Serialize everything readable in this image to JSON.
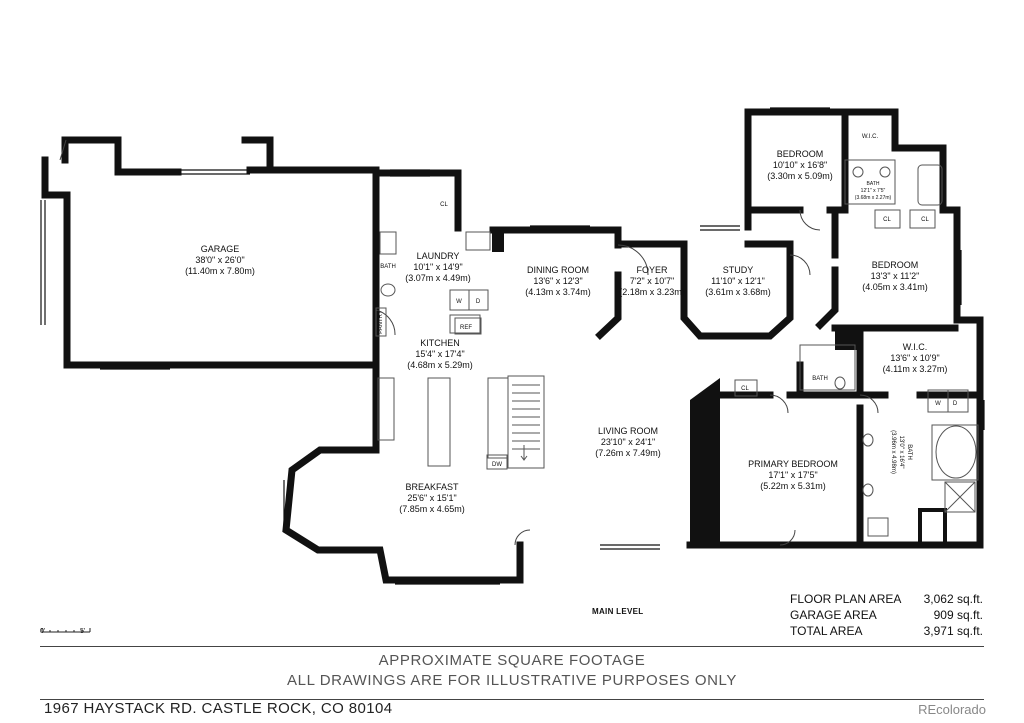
{
  "rooms": {
    "garage": {
      "name": "GARAGE",
      "dim_ft": "38'0\" x 26'0\"",
      "dim_m": "(11.40m x 7.80m)"
    },
    "laundry": {
      "name": "LAUNDRY",
      "dim_ft": "10'1\" x 14'9\"",
      "dim_m": "(3.07m x 4.49m)"
    },
    "dining": {
      "name": "DINING ROOM",
      "dim_ft": "13'6\" x 12'3\"",
      "dim_m": "(4.13m x 3.74m)"
    },
    "foyer": {
      "name": "FOYER",
      "dim_ft": "7'2\" x 10'7\"",
      "dim_m": "(2.18m x 3.23m)"
    },
    "study": {
      "name": "STUDY",
      "dim_ft": "11'10\" x 12'1\"",
      "dim_m": "(3.61m x 3.68m)"
    },
    "bedroom1": {
      "name": "BEDROOM",
      "dim_ft": "10'10\" x 16'8\"",
      "dim_m": "(3.30m x 5.09m)"
    },
    "bath_small": {
      "name": "BATH",
      "dim_ft": "12'1\" x 7'5\"",
      "dim_m": "(3.68m x 2.27m)"
    },
    "bedroom2": {
      "name": "BEDROOM",
      "dim_ft": "13'3\" x 11'2\"",
      "dim_m": "(4.05m x 3.41m)"
    },
    "kitchen": {
      "name": "KITCHEN",
      "dim_ft": "15'4\" x 17'4\"",
      "dim_m": "(4.68m x 5.29m)"
    },
    "living": {
      "name": "LIVING ROOM",
      "dim_ft": "23'10\" x 24'1\"",
      "dim_m": "(7.26m x 7.49m)"
    },
    "wic": {
      "name": "W.I.C.",
      "dim_ft": "13'6\" x 10'9\"",
      "dim_m": "(4.11m x 3.27m)"
    },
    "primary": {
      "name": "PRIMARY BEDROOM",
      "dim_ft": "17'1\" x 17'5\"",
      "dim_m": "(5.22m x 5.31m)"
    },
    "primary_bath": {
      "name": "BATH",
      "dim_ft": "13'0\" x 16'4\"",
      "dim_m": "(3.96m x 4.98m)"
    },
    "breakfast": {
      "name": "BREAKFAST",
      "dim_ft": "25'6\" x 15'1\"",
      "dim_m": "(7.85m x 4.65m)"
    }
  },
  "fixture_labels": {
    "bath_left": "BATH",
    "pantry": "PANTRY",
    "ref": "REF",
    "dw": "DW",
    "w": "W",
    "d": "D",
    "cl": "CL",
    "wic_small": "W.I.C.",
    "bath_mid": "BATH"
  },
  "level_label": "MAIN LEVEL",
  "scale": {
    "start": "0'",
    "end": "5'"
  },
  "areas": [
    {
      "label": "FLOOR PLAN AREA",
      "value": "3,062 sq.ft."
    },
    {
      "label": "GARAGE AREA",
      "value": "909 sq.ft."
    },
    {
      "label": "TOTAL AREA",
      "value": "3,971 sq.ft."
    }
  ],
  "footer": {
    "approx": "APPROXIMATE SQUARE FOOTAGE",
    "illustrative": "ALL DRAWINGS ARE FOR ILLUSTRATIVE PURPOSES ONLY",
    "address": "1967 HAYSTACK RD. CASTLE ROCK, CO 80104",
    "credit": "REcolorado"
  },
  "colors": {
    "wall": "#111111",
    "fixture": "#555555",
    "text": "#111111",
    "footer_text": "#555555"
  }
}
